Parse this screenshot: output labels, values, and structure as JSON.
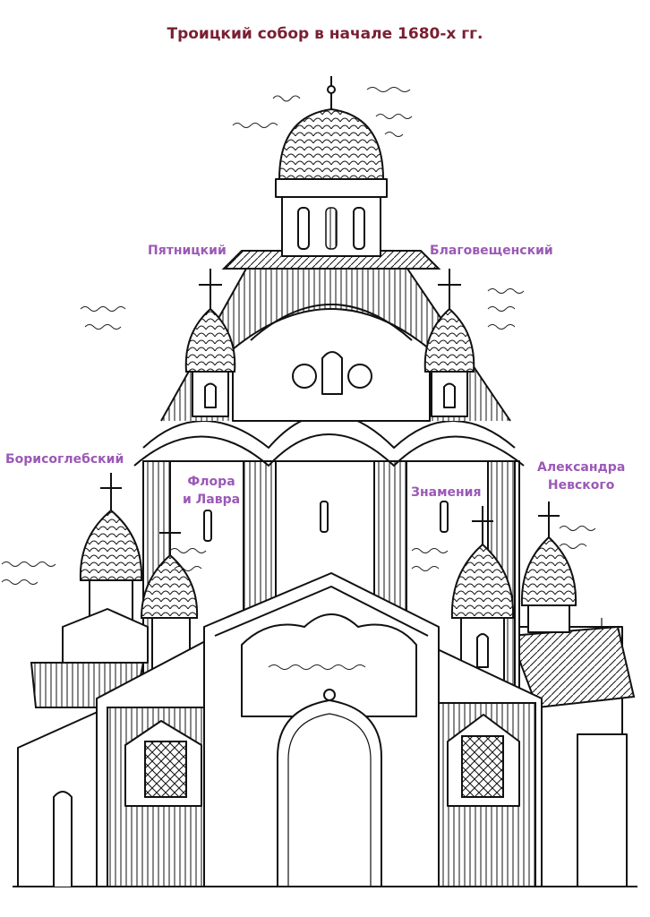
{
  "title": "Троицкий собор в начале 1680-х гг.",
  "labels": {
    "pyatnitsky": "Пятницкий",
    "blagoveshchensky": "Благовещенский",
    "borisoglebsky": "Борисоглебский",
    "flora_lavra_1": "Флора",
    "flora_lavra_2": "и Лавра",
    "znameniya": "Знамения",
    "aleksandra_1": "Александра",
    "aleksandra_2": "Невского"
  },
  "colors": {
    "title": "#7a1f33",
    "labels": "#9b59b6",
    "ink": "#111111"
  }
}
